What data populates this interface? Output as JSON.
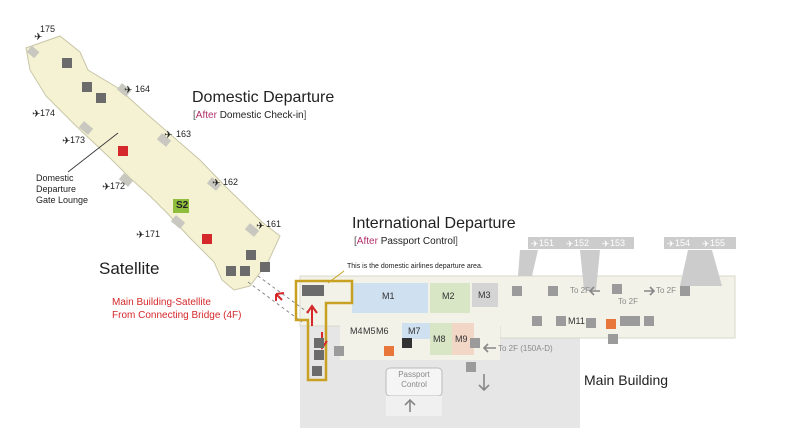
{
  "labels": {
    "domestic_departure": "Domestic Departure",
    "domestic_sub_after": "After",
    "domestic_sub_rest": "Domestic Check-in",
    "international_departure": "International Departure",
    "international_sub_after": "After",
    "international_sub_rest": "Passport Control",
    "satellite": "Satellite",
    "main_building": "Main Building",
    "connecting_bridge_line1": "Main Building-Satellite",
    "connecting_bridge_line2": "From Connecting Bridge (4F)",
    "domestic_area_note": "This is the domestic airlines departure area.",
    "gate_lounge_1": "Domestic",
    "gate_lounge_2": "Departure",
    "gate_lounge_3": "Gate Lounge",
    "passport_control_1": "Passport",
    "passport_control_2": "Control",
    "to_2f_a": "To 2F",
    "to_2f_b": "To 2F",
    "to_2f_c": "To 2F",
    "to_2f_d": "To 2F (150A-D)",
    "s2": "S2"
  },
  "satellite_gates": [
    "175",
    "164",
    "174",
    "173",
    "163",
    "172",
    "162",
    "171",
    "161"
  ],
  "main_gates": [
    "151",
    "152",
    "153",
    "154",
    "155"
  ],
  "zones": [
    "M1",
    "M2",
    "M3",
    "M4",
    "M5",
    "M6",
    "M7",
    "M8",
    "M9",
    "M11"
  ],
  "icons": [
    "plane-icon",
    "restroom-icon",
    "wheelchair-icon",
    "elevator-icon",
    "escalator-icon",
    "smoking-icon",
    "nursing-icon",
    "info-icon",
    "shop-icon",
    "arrow-icon"
  ],
  "colors": {
    "satellite_fill": "#f4f2d2",
    "main_fill": "#f2f2e8",
    "lower_fill": "#e6e6e6",
    "border_gold": "#c9a122",
    "accent_red": "#d5282a",
    "m1": "#cfe0f0",
    "m2": "#d8e6c6",
    "m3": "#d4d4d4",
    "m7": "#cfe0f0",
    "m8": "#d8e6c6",
    "m9": "#f2d6c6",
    "s2": "#8fbe3d",
    "pier_gray": "#cccccc"
  }
}
